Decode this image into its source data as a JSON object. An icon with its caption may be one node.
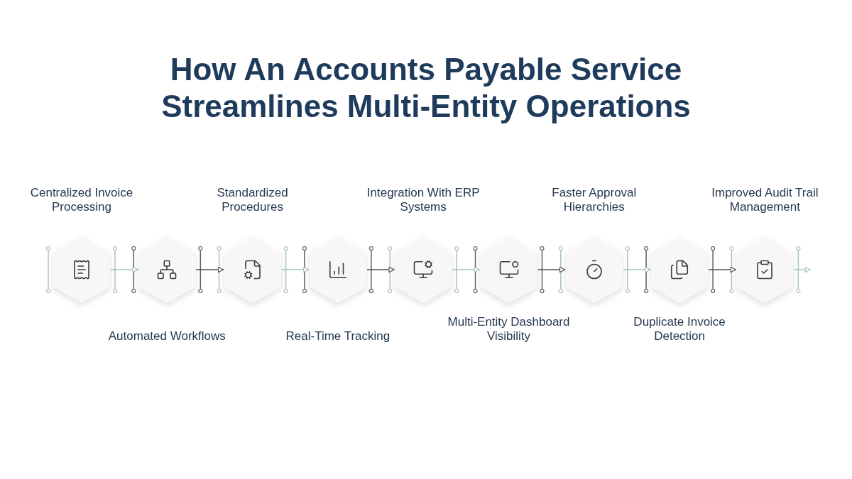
{
  "diagram": {
    "title": "How An Accounts Payable Service Streamlines Multi-Entity Operations",
    "nodes": [
      {
        "text": [
          "Centralized Invoice Processing"
        ]
      },
      {
        "text": [
          "Automated Workflows"
        ]
      },
      {
        "text": [
          "Standardized Procedures"
        ]
      },
      {
        "text": [
          "Real-Time Tracking"
        ]
      },
      {
        "text": [
          "Integration With ERP Systems"
        ]
      },
      {
        "text": [
          "Multi-Entity Dashboard Visibility"
        ]
      },
      {
        "text": [
          "Faster Approval Hierarchies"
        ]
      },
      {
        "text": [
          "Duplicate Invoice Detection"
        ]
      },
      {
        "text": [
          "Improved Audit Trail Management"
        ]
      }
    ],
    "edges": [
      {
        "from": 0,
        "to": 1,
        "arrow": "to"
      },
      {
        "from": 1,
        "to": 2,
        "arrow": "to",
        "color": "#4b5258"
      },
      {
        "from": 2,
        "to": 3,
        "arrow": "to"
      },
      {
        "from": 3,
        "to": 4,
        "arrow": "to",
        "color": "#4b5258"
      },
      {
        "from": 4,
        "to": 5,
        "arrow": "to"
      },
      {
        "from": 5,
        "to": 6,
        "arrow": "to",
        "color": "#4b5258"
      },
      {
        "from": 6,
        "to": 7,
        "arrow": "to"
      },
      {
        "from": 7,
        "to": 8,
        "arrow": "to",
        "color": "#4b5258"
      },
      {
        "from": 8,
        "to": null,
        "arrow": "to"
      }
    ]
  }
}
